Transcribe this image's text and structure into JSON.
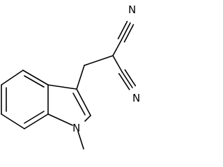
{
  "molecule": {
    "atoms": {
      "n_top_label": "N",
      "n_bottom_label": "N",
      "n_ring_label": "N"
    },
    "line_color": "#000000",
    "background_color": "#ffffff"
  }
}
